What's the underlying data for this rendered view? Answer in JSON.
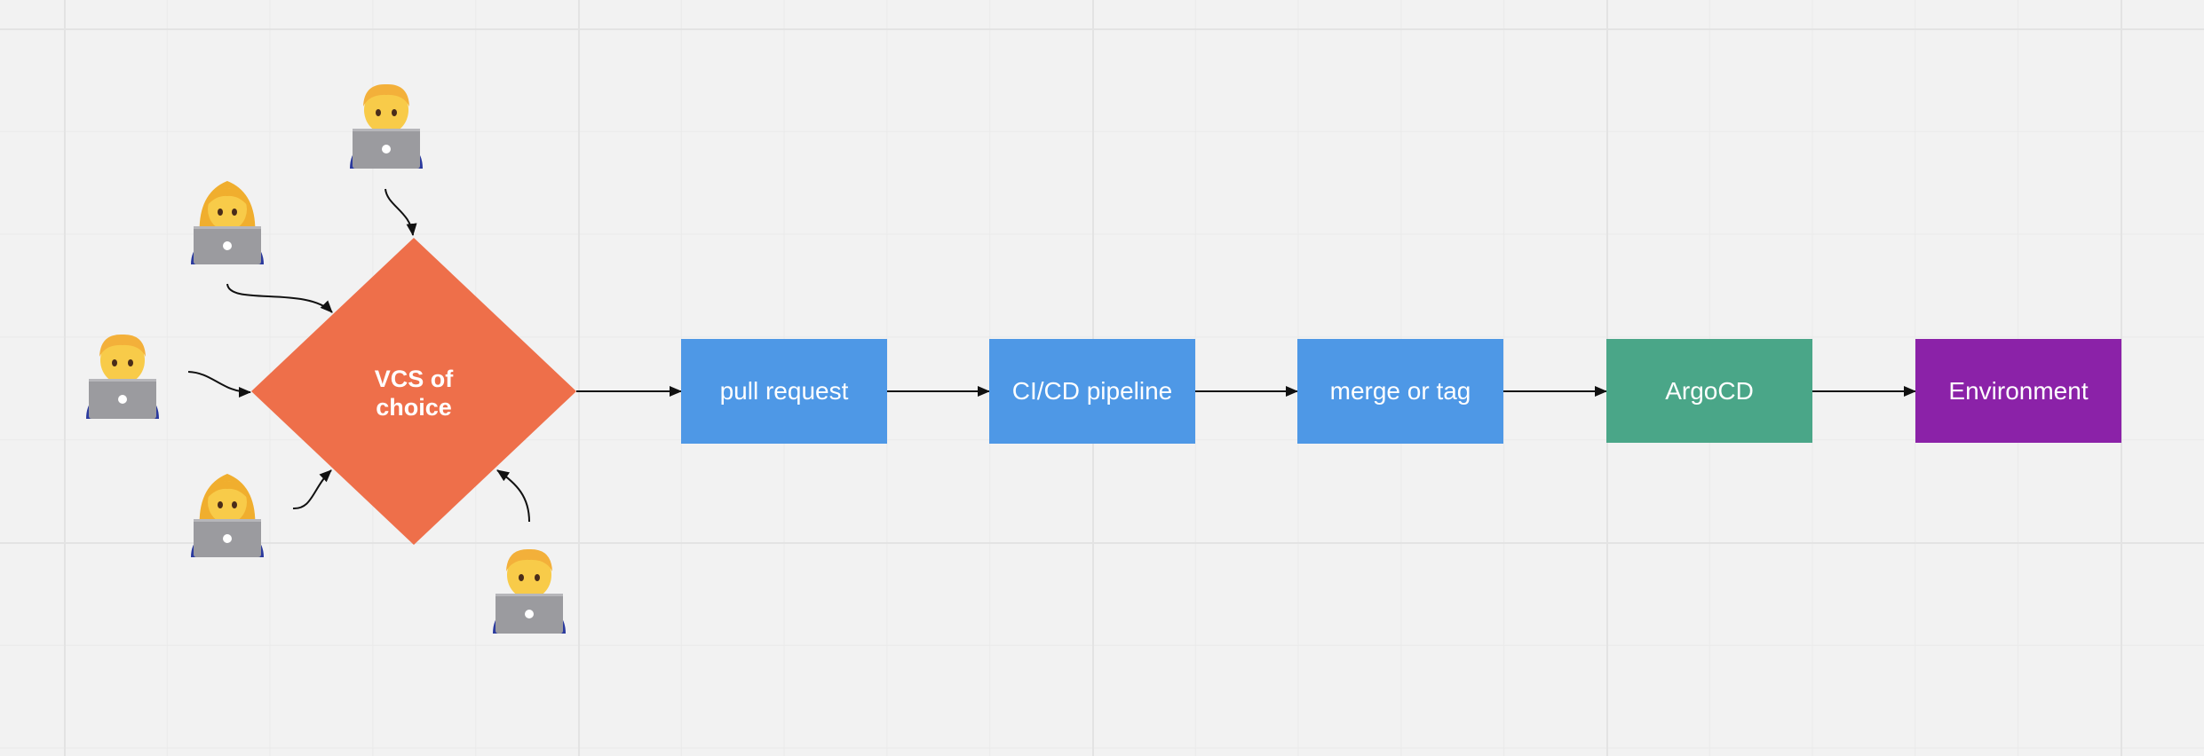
{
  "diagram": {
    "hub": {
      "label_line1": "VCS of",
      "label_line2": "choice",
      "color": "#ee6f4a"
    },
    "stages": [
      {
        "label": "pull request",
        "color": "#4e98e6"
      },
      {
        "label": "CI/CD pipeline",
        "color": "#4e98e6"
      },
      {
        "label": "merge or tag",
        "color": "#4e98e6"
      },
      {
        "label": "ArgoCD",
        "color": "#4aa688"
      },
      {
        "label": "Environment",
        "color": "#8b22a8"
      }
    ],
    "developers": [
      {
        "icon": "man-technologist-icon"
      },
      {
        "icon": "woman-technologist-icon"
      },
      {
        "icon": "man-technologist-icon"
      },
      {
        "icon": "woman-technologist-icon"
      },
      {
        "icon": "man-technologist-icon"
      }
    ],
    "canvas_background": "#f2f2f2",
    "connector_color": "#111111"
  }
}
